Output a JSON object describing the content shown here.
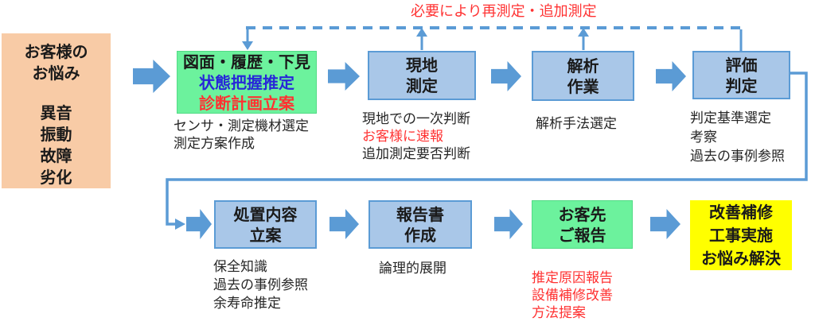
{
  "feedback": {
    "label": "必要により再測定・追加測定"
  },
  "source_box": {
    "title_lines": [
      "お客様の",
      "お悩み"
    ],
    "issue_lines": [
      "異音",
      "振動",
      "故障",
      "劣化"
    ]
  },
  "row1": {
    "plan": {
      "line1": "図面・履歴・下見",
      "line2": "状態把握推定",
      "line3": "診断計画立案",
      "note1": "センサ・測定機材選定",
      "note2": "測定方案作成"
    },
    "onsite": {
      "line1": "現地",
      "line2": "測定",
      "note1": "現地での一次判断",
      "note2": "お客様に速報",
      "note3": "追加測定要否判断"
    },
    "analysis": {
      "line1": "解析",
      "line2": "作業",
      "note1": "解析手法選定"
    },
    "evaluation": {
      "line1": "評価",
      "line2": "判定",
      "note1": "判定基準選定",
      "note2": "考察",
      "note3": "過去の事例参照"
    }
  },
  "row2": {
    "treatment": {
      "line1": "処置内容",
      "line2": "立案",
      "note1": "保全知識",
      "note2": "過去の事例参照",
      "note3": "余寿命推定"
    },
    "report": {
      "line1": "報告書",
      "line2": "作成",
      "note1": "論理的展開"
    },
    "customer_report": {
      "line1": "お客先",
      "line2": "ご報告",
      "note1": "推定原因報告",
      "note2": "設備補修改善",
      "note3": "方法提案"
    },
    "resolution": {
      "line1": "改善補修",
      "line2": "工事実施",
      "line3": "お悩み解決"
    }
  },
  "colors": {
    "arrow-blue": "#5B9BD5",
    "box-blue-fill": "#A9C7E8",
    "box-blue-border": "#5B9BD5",
    "box-green": "#6CF29D",
    "box-green-border": "#52DB86",
    "box-orange": "#F8CBA6",
    "box-yellow": "#FFFF00",
    "text-red": "#FF3232",
    "text-blue": "#2727D8",
    "text-black": "#1A1A1A"
  }
}
